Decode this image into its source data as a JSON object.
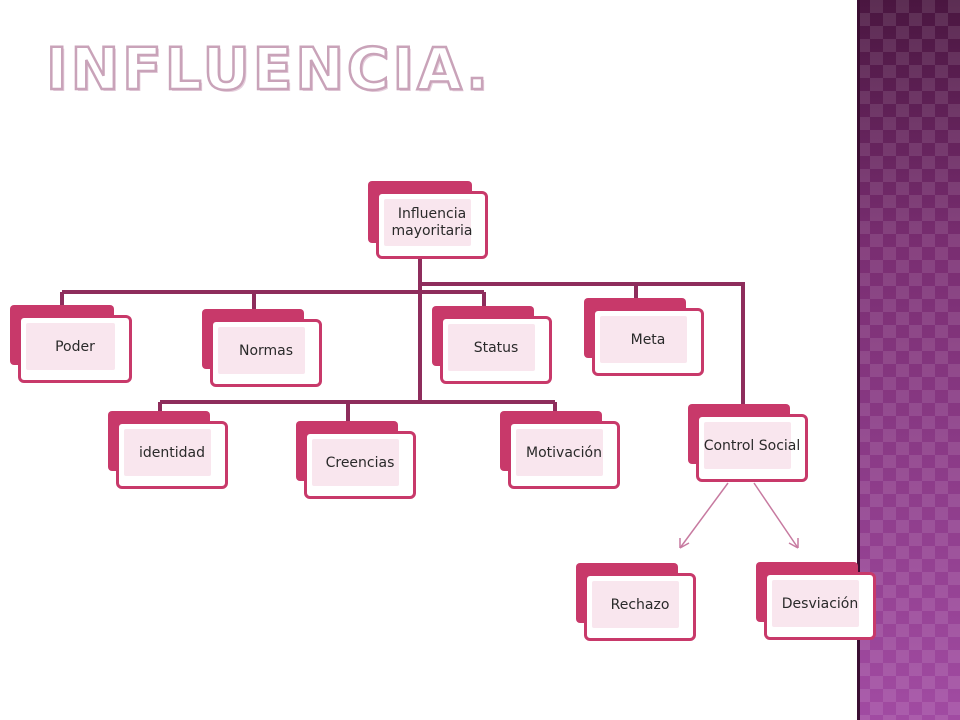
{
  "slide": {
    "title": "INFLUENCIA."
  },
  "diagram": {
    "root": "Influencia mayoritaria",
    "level1": [
      "Poder",
      "Normas",
      "Status",
      "Meta"
    ],
    "level2": [
      "identidad",
      "Creencias",
      "Motivación",
      "Control Social"
    ],
    "level3": [
      "Rechazo",
      "Desviación"
    ]
  },
  "colors": {
    "accent": "#c8396a",
    "connector": "#8e2d5c",
    "side_band": "#8c3a86",
    "arrow": "#c77aa0"
  }
}
